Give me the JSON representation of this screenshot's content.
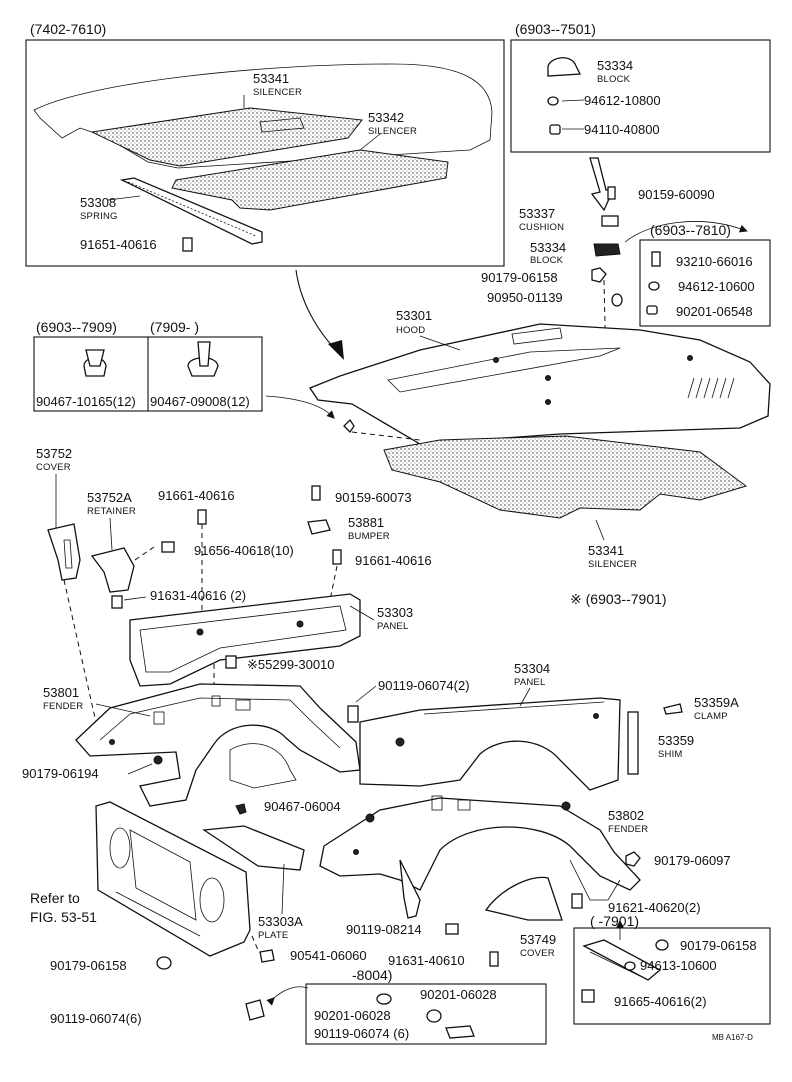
{
  "boxes": {
    "top_left": "(7402-7610)",
    "top_right": "(6903--7501)",
    "clip_a": "(6903--7909)",
    "clip_b": "(7909-          )",
    "block_kit": "(6903--7810)",
    "star_note": "※ (6903--7901)",
    "kit_8004": "-8004)",
    "kit_7901": "(          -7901)"
  },
  "labels": {
    "l53341a_num": "53341",
    "l53341a_name": "SILENCER",
    "l53342_num": "53342",
    "l53342_name": "SILENCER",
    "l53308_num": "53308",
    "l53308_name": "SPRING",
    "l91651": "91651-40616",
    "l53334a_num": "53334",
    "l53334a_name": "BLOCK",
    "l94612a": "94612-10800",
    "l94110": "94110-40800",
    "l90159a": "90159-60090",
    "l53337_num": "53337",
    "l53337_name": "CUSHION",
    "l53334b_num": "53334",
    "l53334b_name": "BLOCK",
    "l90179a": "90179-06158",
    "l90950": "90950-01139",
    "l93210": "93210-66016",
    "l94612b": "94612-10600",
    "l90201a": "90201-06548",
    "l53301_num": "53301",
    "l53301_name": "HOOD",
    "l90467a": "90467-10165(12)",
    "l90467b": "90467-09008(12)",
    "l53752_num": "53752",
    "l53752_name": "COVER",
    "l53752a_num": "53752A",
    "l53752a_name": "RETAINER",
    "l91661a": "91661-40616",
    "l90159b": "90159-60073",
    "l53881_num": "53881",
    "l53881_name": "BUMPER",
    "l91656": "91656-40618(10)",
    "l91661b": "91661-40616",
    "l53341b_num": "53341",
    "l53341b_name": "SILENCER",
    "l91631a": "91631-40616 (2)",
    "l53303_num": "53303",
    "l53303_name": "PANEL",
    "l55299": "※55299-30010",
    "l53801_num": "53801",
    "l53801_name": "FENDER",
    "l90119a": "90119-06074(2)",
    "l53304_num": "53304",
    "l53304_name": "PANEL",
    "l53359a_num": "53359A",
    "l53359a_name": "CLAMP",
    "l53359_num": "53359",
    "l53359_name": "SHIM",
    "l90179b": "90179-06194",
    "l90467c": "90467-06004",
    "l53802_num": "53802",
    "l53802_name": "FENDER",
    "l90179c": "90179-06097",
    "refer1": "Refer to",
    "refer2": "FIG. 53-51",
    "l53303a_num": "53303A",
    "l53303a_name": "PLATE",
    "l90119b": "90119-08214",
    "l53749_num": "53749",
    "l53749_name": "COVER",
    "l91621": "91621-40620(2)",
    "l90179d": "90179-06158",
    "l90541": "90541-06060",
    "l91631b": "91631-40610",
    "l90201b": "90201-06028",
    "l90201c": "90201-06028",
    "l90119c": "90119-06074 (6)",
    "l90179e": "90179-06158",
    "l94613": "94613-10600",
    "l91665": "91665-40616(2)",
    "l90119d": "90119-06074(6)",
    "code": "MB  A167-D"
  }
}
